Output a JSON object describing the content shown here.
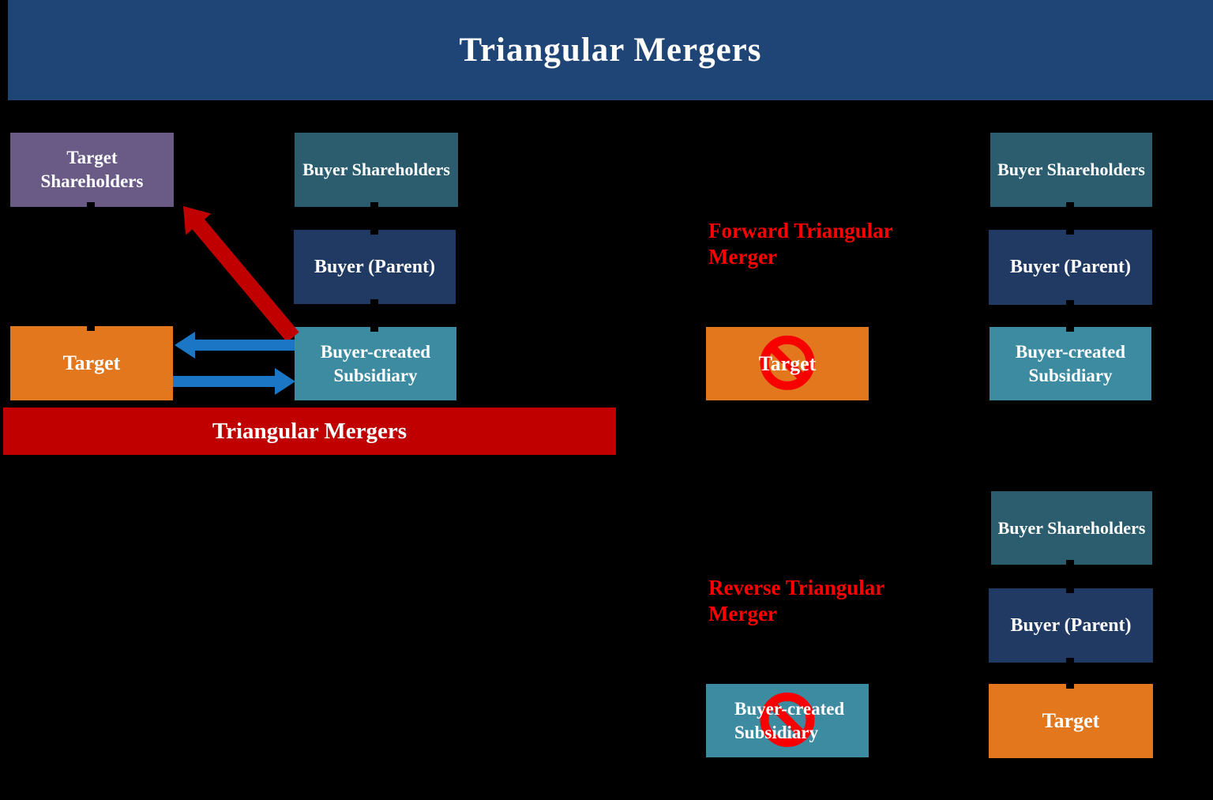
{
  "title": "Triangular Mergers",
  "banner": {
    "label": "Triangular Mergers"
  },
  "sections": {
    "forward": {
      "line1": "Forward Triangular",
      "line2": "Merger"
    },
    "reverse": {
      "line1": "Reverse Triangular",
      "line2": "Merger"
    }
  },
  "labels": {
    "target_shareholders_l1": "Target",
    "target_shareholders_l2": "Shareholders",
    "buyer_shareholders": "Buyer Shareholders",
    "buyer_parent": "Buyer (Parent)",
    "subsidiary_l1": "Buyer-created",
    "subsidiary_l2": "Subsidiary",
    "target": "Target"
  },
  "icons": {
    "prohibition": "no-symbol-icon"
  },
  "colors": {
    "bg": "#000000",
    "header_blue": "#1F4577",
    "purple": "#6A5A86",
    "teal_dark": "#2B5D6E",
    "navy": "#203A63",
    "teal_light": "#3D8BA1",
    "orange": "#E2771E",
    "banner_red": "#C00000",
    "arrow_red": "#C00000",
    "arrow_blue": "#1B77C5",
    "label_red": "#FF0000",
    "sign_red": "#F80000",
    "text_white": "#FFFFFF"
  }
}
